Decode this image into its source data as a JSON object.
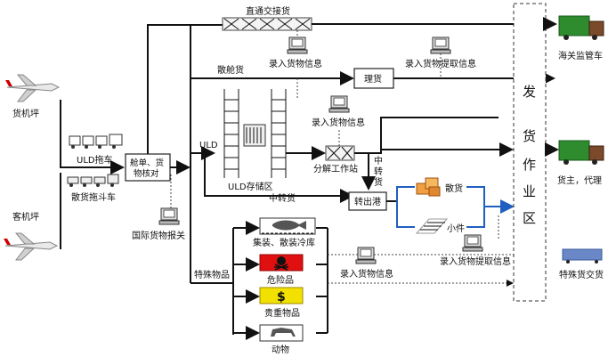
{
  "sources": {
    "cargo_apron": "货机坪",
    "passenger_apron": "客机坪"
  },
  "vehicles": {
    "uld_tractor": "ULD拖车",
    "bulk_cart": "散货拖斗车"
  },
  "nodes": {
    "waybill_check": "舱单、货物核对",
    "intl_declare": "国际货物报关",
    "uld_storage": "ULD存储区",
    "breakdown_station": "分解工作站",
    "arrange": "理货",
    "transfer_port": "转出港",
    "dispatch_zone": "发货作业区",
    "special_goods": "特殊物品"
  },
  "flows": {
    "direct_transfer": "直通交接货",
    "bulk": "散舱货",
    "uld": "ULD",
    "transfer_goods": "中转货",
    "transfer_vertical": "中转货",
    "bulk_goods": "散货",
    "small_parcels": "小件"
  },
  "records": {
    "input_info_1": "录入货物信息",
    "input_pickup_1": "录入货物提取信息",
    "input_info_2": "录入货物信息",
    "input_pickup_2": "录入货物提取信息",
    "input_info_3": "录入货物信息"
  },
  "special_items": [
    {
      "label": "集装、散装冷库"
    },
    {
      "label": "危险品"
    },
    {
      "label": "贵重物品"
    },
    {
      "label": "动物"
    }
  ],
  "destinations": {
    "customs_truck": "海关监管车",
    "owner_agent": "货主，代理",
    "special_handover": "特殊货交货"
  },
  "colors": {
    "truck_green": "#2e8b2e",
    "hazard_red": "#e01010",
    "valuable_yellow": "#f2e000",
    "flow_blue": "#1f5fbf"
  }
}
